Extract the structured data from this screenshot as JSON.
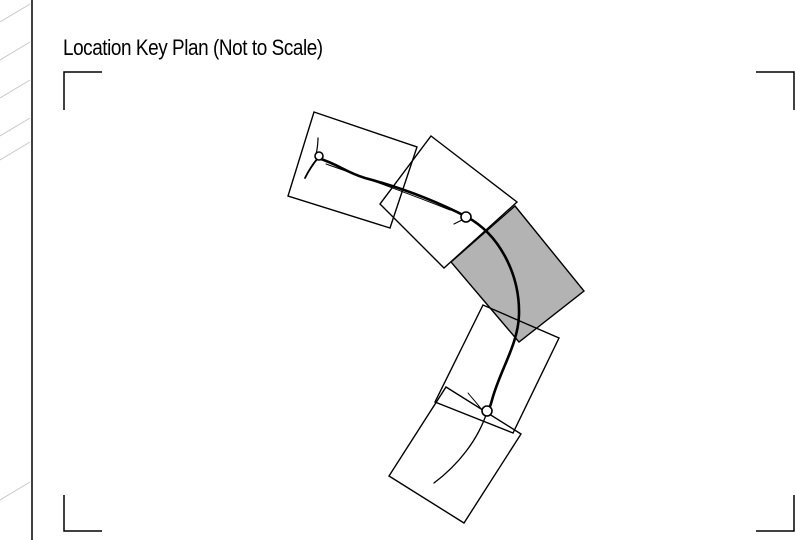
{
  "title": "Location Key Plan (Not to Scale)",
  "colors": {
    "line": "#000000",
    "highlight_sheet_fill": "#b3b3b3",
    "background_hatch": "#c8c8c8"
  },
  "sheets": [
    {
      "id": "sheet-1",
      "highlighted": false
    },
    {
      "id": "sheet-2",
      "highlighted": false
    },
    {
      "id": "sheet-3",
      "highlighted": true
    },
    {
      "id": "sheet-4",
      "highlighted": false
    },
    {
      "id": "sheet-5",
      "highlighted": false
    }
  ],
  "features": [
    "road-alignment",
    "roundabout-west",
    "roundabout-central",
    "roundabout-south"
  ]
}
